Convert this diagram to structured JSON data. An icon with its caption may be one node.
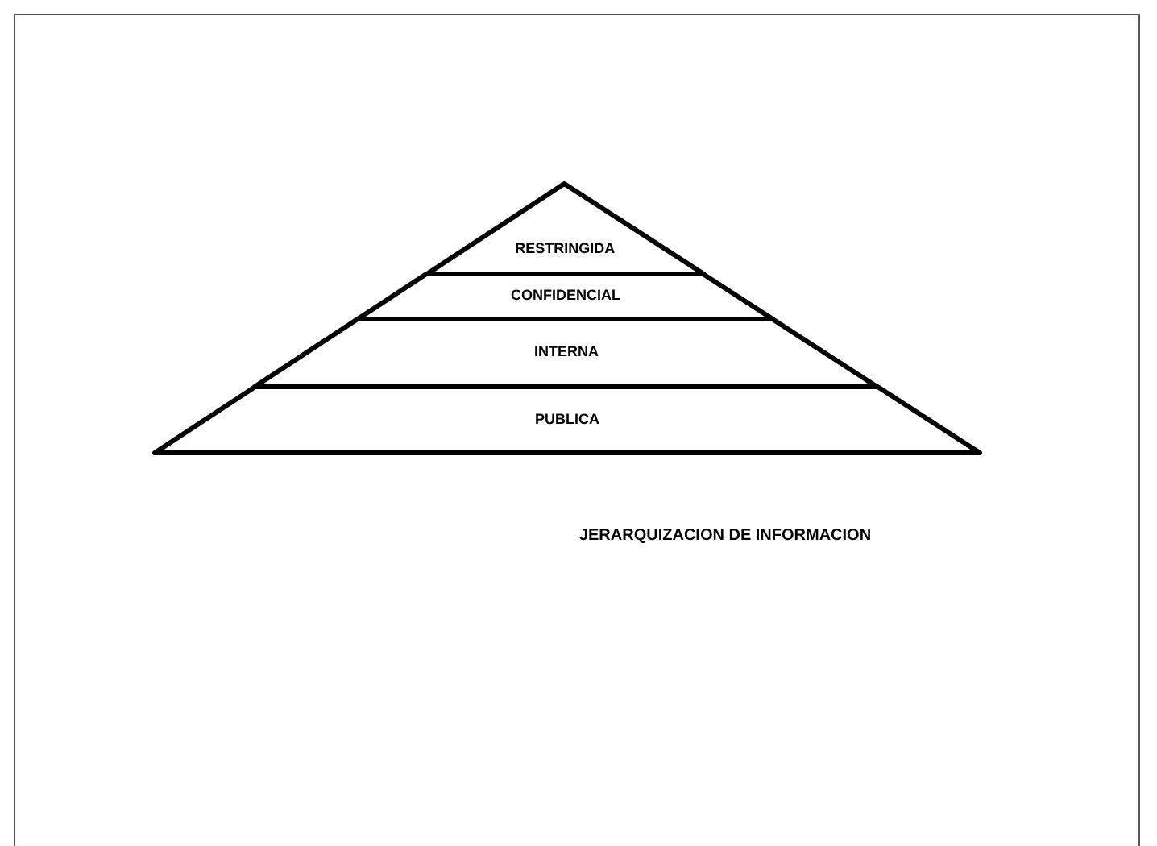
{
  "diagram": {
    "caption": "JERARQUIZACION DE INFORMACION",
    "nodes": [
      {
        "text": [
          "RESTRINGIDA"
        ]
      },
      {
        "text": [
          "CONFIDENCIAL"
        ]
      },
      {
        "text": [
          "INTERNA"
        ]
      },
      {
        "text": [
          "PUBLICA"
        ]
      }
    ]
  }
}
